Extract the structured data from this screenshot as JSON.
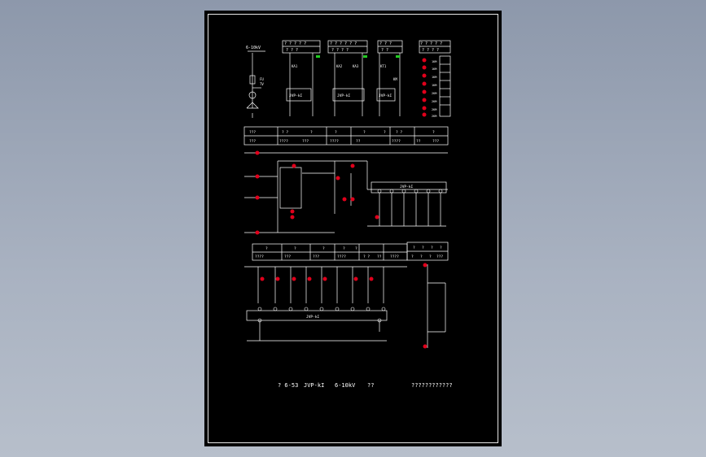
{
  "colors": {
    "background": "#000000",
    "line": "#ffffff",
    "terminal": "#e0001b",
    "accent": "#22cc22"
  },
  "top_left": {
    "label_top": "6-10kV",
    "fu": "FU",
    "tv": "TV"
  },
  "header_boxes": [
    {
      "top": "? ? ? ? ?",
      "bottom": "? ? ?"
    },
    {
      "top": "? ? ? ? ? ?",
      "bottom": "? ? ? ?"
    },
    {
      "top": "? ? ?",
      "bottom": "? ?"
    },
    {
      "top": "? ? ? ? ?",
      "bottom": "? ? ? ?"
    }
  ],
  "relay_labels": {
    "jvp1": "JVP-kI",
    "jvp2": "JVP-kI",
    "jvp3": "JVP-kI",
    "ka1": "KA1",
    "ka2": "KA2",
    "ka3": "KA3",
    "kt": "KT1",
    "km": "KM"
  },
  "right_column_labels": [
    "1KM",
    "1KM",
    "1KM",
    "1KM",
    "2KM",
    "2KM",
    "2KM",
    "2KM"
  ],
  "row2_table": {
    "row1": [
      "???",
      "? ?",
      "?",
      "?",
      "?",
      "?",
      "? ?",
      "?"
    ],
    "row2": [
      "???",
      "????",
      "???",
      "????",
      "??",
      "????",
      "??",
      "???"
    ]
  },
  "row3_table": {
    "row1": [
      "?",
      "?",
      "?",
      "?",
      "?"
    ],
    "row2": [
      "????",
      "???",
      "???",
      "????",
      "? ?",
      "??",
      "????"
    ]
  },
  "right_small_table": {
    "row1": [
      "?",
      "?",
      "?",
      "?"
    ],
    "row2": [
      "?",
      "?",
      "?",
      "???"
    ]
  },
  "jvp_mid": "JVP-kI",
  "jvp_bottom": "JVP-kI",
  "footer": {
    "drawing_no": "? 6-53",
    "device": "JVP-kI",
    "voltage": "6-10kV",
    "mark": "??",
    "title": "????????????"
  }
}
